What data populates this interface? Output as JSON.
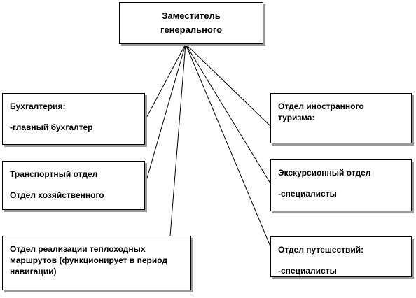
{
  "root": {
    "line1": "Заместитель",
    "line2": "генерального"
  },
  "left": {
    "accounting": {
      "title": "Бухгалтерия:",
      "detail": "-главный бухгалтер"
    },
    "transport": {
      "title": "Транспортный отдел",
      "detail": "Отдел хозяйственного"
    },
    "cruise": {
      "line1": "Отдел реализации теплоходных",
      "line2": "маршрутов (функционирует в период",
      "line3": "навигации)"
    }
  },
  "right": {
    "foreign": {
      "line1": "Отдел иностранного",
      "line2": "туризма:"
    },
    "excursion": {
      "title": "Экскурсионный отдел",
      "detail": "-специалисты"
    },
    "travel": {
      "title": "Отдел путешествий:",
      "detail": "-специалисты"
    }
  },
  "colors": {
    "box_border": "#000000",
    "box_shadow": "#9a9a9a",
    "connector": "#000000"
  }
}
